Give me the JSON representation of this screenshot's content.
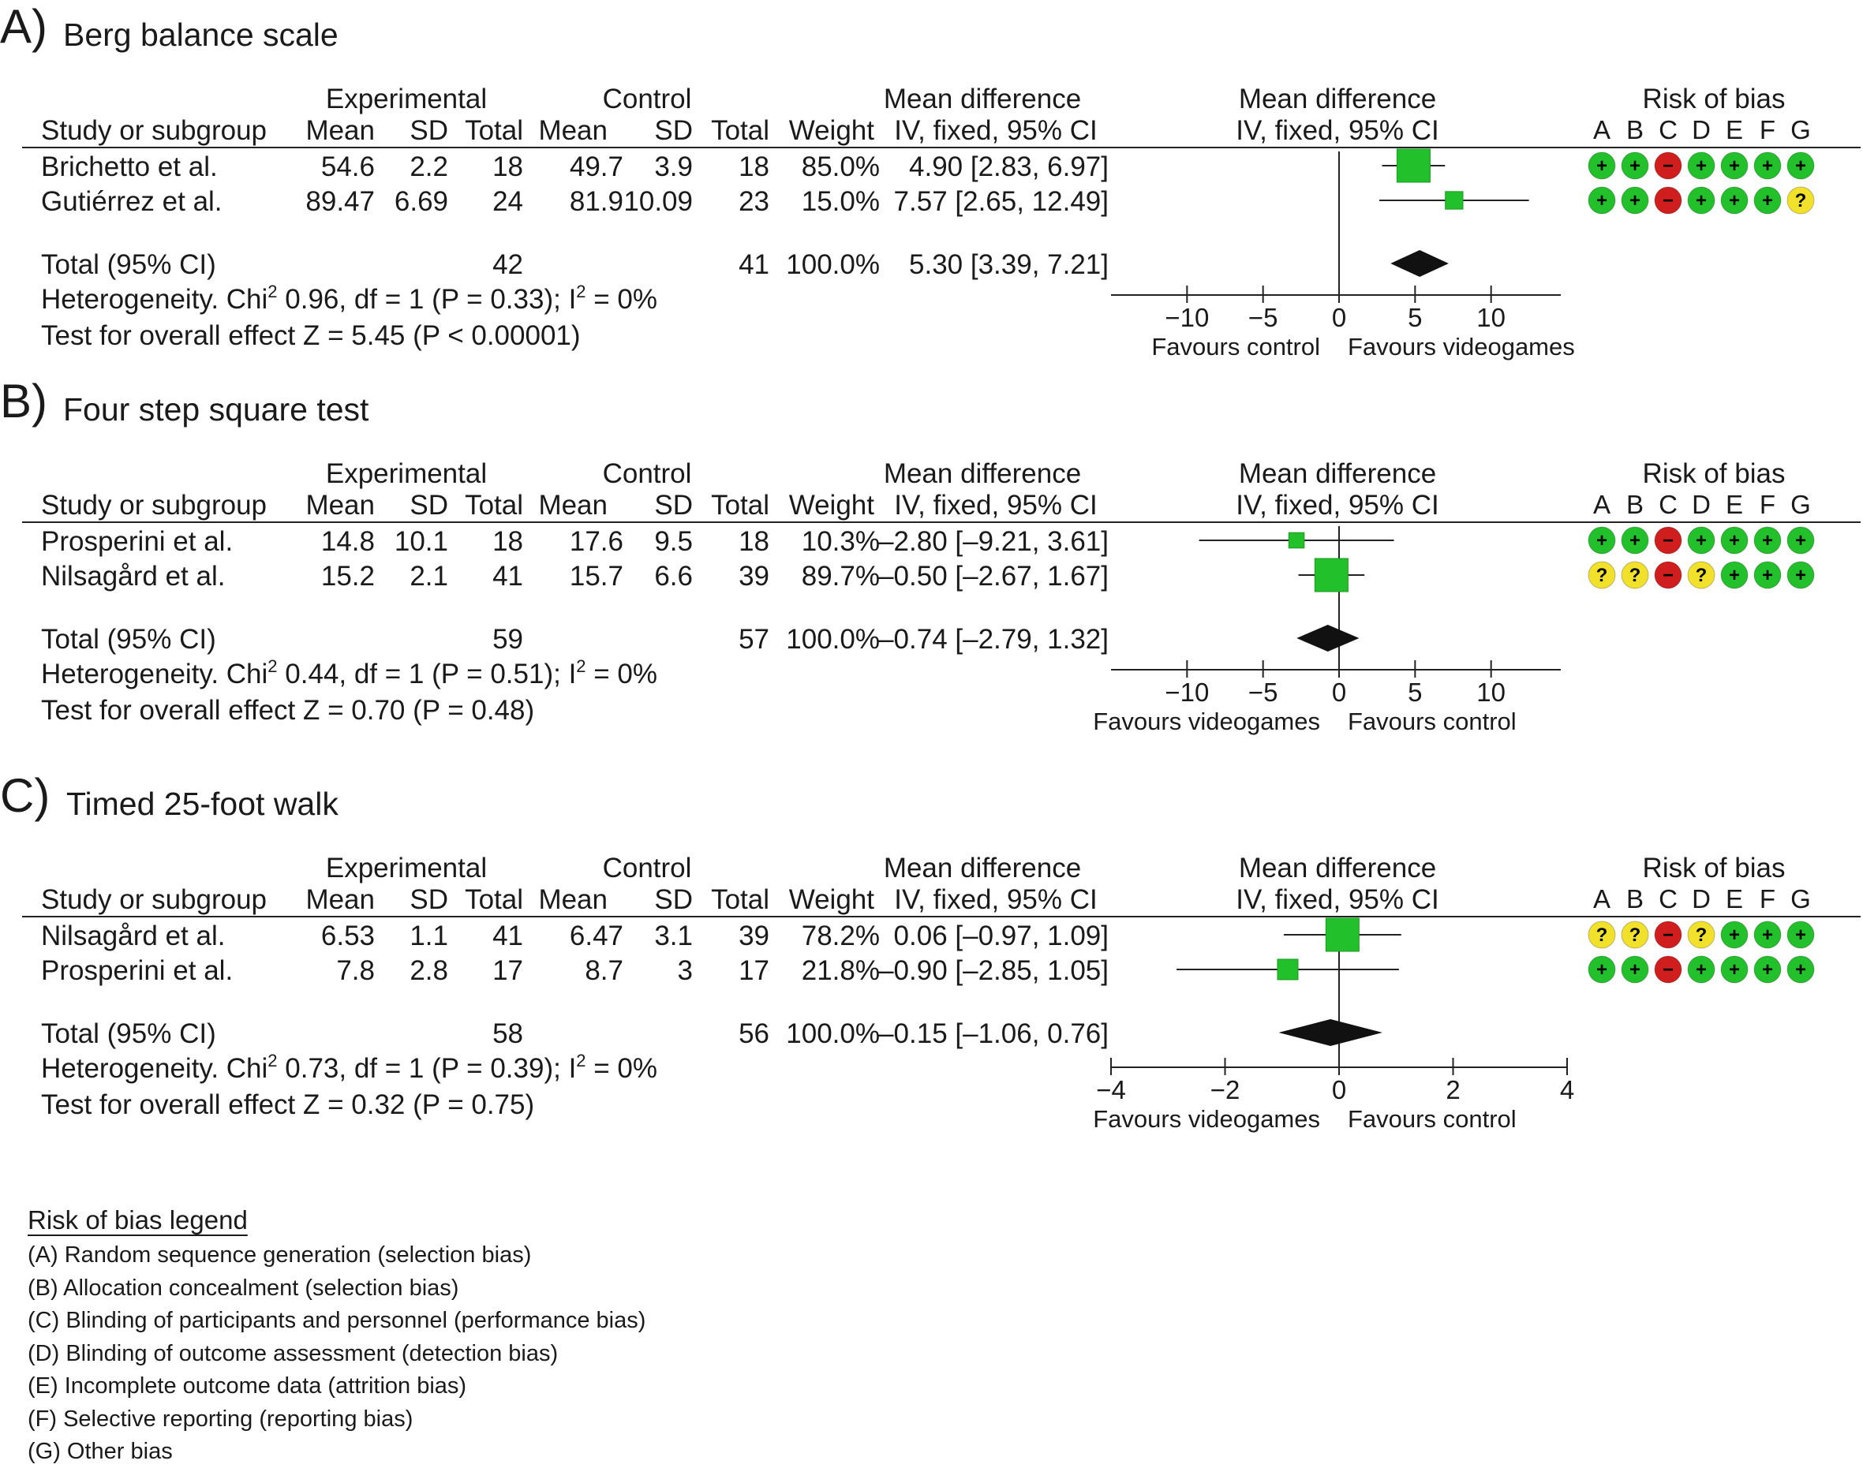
{
  "panels": [
    {
      "letter": "A)",
      "title": "Berg balance scale",
      "headers": {
        "experimental": "Experimental",
        "control": "Control",
        "mean_difference": "Mean difference",
        "mean_difference_plot": "Mean difference",
        "study": "Study or subgroup",
        "mean": "Mean",
        "sd": "SD",
        "total": "Total",
        "weight": "Weight",
        "method": "IV, fixed, 95% CI",
        "method_plot": "IV, fixed, 95% CI",
        "risk_of_bias": "Risk of bias"
      },
      "studies": [
        {
          "name": "Brichetto et al.",
          "exp_mean": "54.6",
          "exp_sd": "2.2",
          "exp_total": "18",
          "ctl_mean": "49.7",
          "ctl_sd": "3.9",
          "ctl_total": "18",
          "weight": "85.0%",
          "ci_text": "4.90 [2.83, 6.97]"
        },
        {
          "name": "Gutiérrez et al.",
          "exp_mean": "89.47",
          "exp_sd": "6.69",
          "exp_total": "24",
          "ctl_mean": "81.9",
          "ctl_sd": "10.09",
          "ctl_total": "23",
          "weight": "15.0%",
          "ci_text": "7.57 [2.65, 12.49]"
        }
      ],
      "total": {
        "label": "Total (95% CI)",
        "exp_total": "42",
        "ctl_total": "41",
        "weight": "100.0%",
        "ci_text": "5.30 [3.39, 7.21]"
      },
      "heterogeneity": {
        "pre": "Heterogeneity. Chi",
        "sup1": "2",
        "mid": " 0.96, df = 1 (P = 0.33); I",
        "sup2": "2",
        "post": " = 0%"
      },
      "overall_effect": "Test for overall effect Z = 5.45 (P < 0.00001)",
      "favours_left": "Favours control",
      "favours_right": "Favours videogames",
      "tick_labels": [
        "−10",
        "−5",
        "0",
        "5",
        "10"
      ]
    },
    {
      "letter": "B)",
      "title": "Four step square test",
      "headers": {
        "experimental": "Experimental",
        "control": "Control",
        "mean_difference": "Mean difference",
        "mean_difference_plot": "Mean difference",
        "study": "Study or subgroup",
        "mean": "Mean",
        "sd": "SD",
        "total": "Total",
        "weight": "Weight",
        "method": "IV, fixed, 95% CI",
        "method_plot": "IV, fixed, 95% CI",
        "risk_of_bias": "Risk of bias"
      },
      "studies": [
        {
          "name": "Prosperini et al.",
          "exp_mean": "14.8",
          "exp_sd": "10.1",
          "exp_total": "18",
          "ctl_mean": "17.6",
          "ctl_sd": "9.5",
          "ctl_total": "18",
          "weight": "10.3%",
          "ci_text": "–2.80 [–9.21, 3.61]"
        },
        {
          "name": "Nilsagård et al.",
          "exp_mean": "15.2",
          "exp_sd": "2.1",
          "exp_total": "41",
          "ctl_mean": "15.7",
          "ctl_sd": "6.6",
          "ctl_total": "39",
          "weight": "89.7%",
          "ci_text": "–0.50 [–2.67, 1.67]"
        }
      ],
      "total": {
        "label": "Total (95% CI)",
        "exp_total": "59",
        "ctl_total": "57",
        "weight": "100.0%",
        "ci_text": "–0.74 [–2.79, 1.32]"
      },
      "heterogeneity": {
        "pre": "Heterogeneity. Chi",
        "sup1": "2",
        "mid": " 0.44, df = 1 (P = 0.51); I",
        "sup2": "2",
        "post": " = 0%"
      },
      "overall_effect": "Test for overall effect Z = 0.70 (P = 0.48)",
      "favours_left": "Favours videogames",
      "favours_right": "Favours control",
      "tick_labels": [
        "−10",
        "−5",
        "0",
        "5",
        "10"
      ]
    },
    {
      "letter": "C)",
      "title": "Timed 25-foot walk",
      "headers": {
        "experimental": "Experimental",
        "control": "Control",
        "mean_difference": "Mean difference",
        "mean_difference_plot": "Mean difference",
        "study": "Study or subgroup",
        "mean": "Mean",
        "sd": "SD",
        "total": "Total",
        "weight": "Weight",
        "method": "IV, fixed, 95% CI",
        "method_plot": "IV, fixed, 95% CI",
        "risk_of_bias": "Risk of bias"
      },
      "studies": [
        {
          "name": "Nilsagård et al.",
          "exp_mean": "6.53",
          "exp_sd": "1.1",
          "exp_total": "41",
          "ctl_mean": "6.47",
          "ctl_sd": "3.1",
          "ctl_total": "39",
          "weight": "78.2%",
          "ci_text": "0.06 [–0.97, 1.09]"
        },
        {
          "name": "Prosperini et al.",
          "exp_mean": "7.8",
          "exp_sd": "2.8",
          "exp_total": "17",
          "ctl_mean": "8.7",
          "ctl_sd": "3",
          "ctl_total": "17",
          "weight": "21.8%",
          "ci_text": "–0.90 [–2.85, 1.05]"
        }
      ],
      "total": {
        "label": "Total (95% CI)",
        "exp_total": "58",
        "ctl_total": "56",
        "weight": "100.0%",
        "ci_text": "–0.15 [–1.06, 0.76]"
      },
      "heterogeneity": {
        "pre": "Heterogeneity. Chi",
        "sup1": "2",
        "mid": " 0.73, df = 1 (P = 0.39); I",
        "sup2": "2",
        "post": " = 0%"
      },
      "overall_effect": "Test for overall effect Z = 0.32 (P = 0.75)",
      "favours_left": "Favours videogames",
      "favours_right": "Favours control",
      "tick_labels": [
        "−4",
        "−2",
        "0",
        "2",
        "4"
      ]
    }
  ],
  "rob_letters": [
    "A",
    "B",
    "C",
    "D",
    "E",
    "F",
    "G"
  ],
  "rob_symbols": {
    "low": "+",
    "high": "−",
    "unclear": "?"
  },
  "rob_colors": {
    "low": "#22c02a",
    "high": "#d01e1e",
    "unclear": "#f2e12a"
  },
  "legend": {
    "title": "Risk of bias legend",
    "items": [
      "(A) Random sequence generation (selection bias)",
      "(B) Allocation concealment (selection bias)",
      "(C) Blinding of participants and personnel (performance bias)",
      "(D) Blinding of outcome assessment (detection bias)",
      "(E) Incomplete outcome data (attrition bias)",
      "(F) Selective reporting (reporting bias)",
      "(G) Other bias"
    ]
  },
  "chart_data": [
    {
      "type": "forest",
      "title": "Berg balance scale",
      "xlim": [
        -15,
        15
      ],
      "ticks": [
        -10,
        -5,
        0,
        5,
        10
      ],
      "studies": [
        {
          "name": "Brichetto et al.",
          "md": 4.9,
          "ci": [
            2.83,
            6.97
          ],
          "weight": 85.0,
          "rob": [
            "low",
            "low",
            "high",
            "low",
            "low",
            "low",
            "low"
          ]
        },
        {
          "name": "Gutiérrez et al.",
          "md": 7.57,
          "ci": [
            2.65,
            12.49
          ],
          "weight": 15.0,
          "rob": [
            "low",
            "low",
            "high",
            "low",
            "low",
            "low",
            "unclear"
          ]
        }
      ],
      "pooled": {
        "md": 5.3,
        "ci": [
          3.39,
          7.21
        ]
      }
    },
    {
      "type": "forest",
      "title": "Four step square test",
      "xlim": [
        -15,
        15
      ],
      "ticks": [
        -10,
        -5,
        0,
        5,
        10
      ],
      "studies": [
        {
          "name": "Prosperini et al.",
          "md": -2.8,
          "ci": [
            -9.21,
            3.61
          ],
          "weight": 10.3,
          "rob": [
            "low",
            "low",
            "high",
            "low",
            "low",
            "low",
            "low"
          ]
        },
        {
          "name": "Nilsagård et al.",
          "md": -0.5,
          "ci": [
            -2.67,
            1.67
          ],
          "weight": 89.7,
          "rob": [
            "unclear",
            "unclear",
            "high",
            "unclear",
            "low",
            "low",
            "low"
          ]
        }
      ],
      "pooled": {
        "md": -0.74,
        "ci": [
          -2.79,
          1.32
        ]
      }
    },
    {
      "type": "forest",
      "title": "Timed 25-foot walk",
      "xlim": [
        -4,
        4
      ],
      "ticks": [
        -4,
        -2,
        0,
        2,
        4
      ],
      "studies": [
        {
          "name": "Nilsagård et al.",
          "md": 0.06,
          "ci": [
            -0.97,
            1.09
          ],
          "weight": 78.2,
          "rob": [
            "unclear",
            "unclear",
            "high",
            "unclear",
            "low",
            "low",
            "low"
          ]
        },
        {
          "name": "Prosperini et al.",
          "md": -0.9,
          "ci": [
            -2.85,
            1.05
          ],
          "weight": 21.8,
          "rob": [
            "low",
            "low",
            "high",
            "low",
            "low",
            "low",
            "low"
          ]
        }
      ],
      "pooled": {
        "md": -0.15,
        "ci": [
          -1.06,
          0.76
        ]
      }
    }
  ]
}
